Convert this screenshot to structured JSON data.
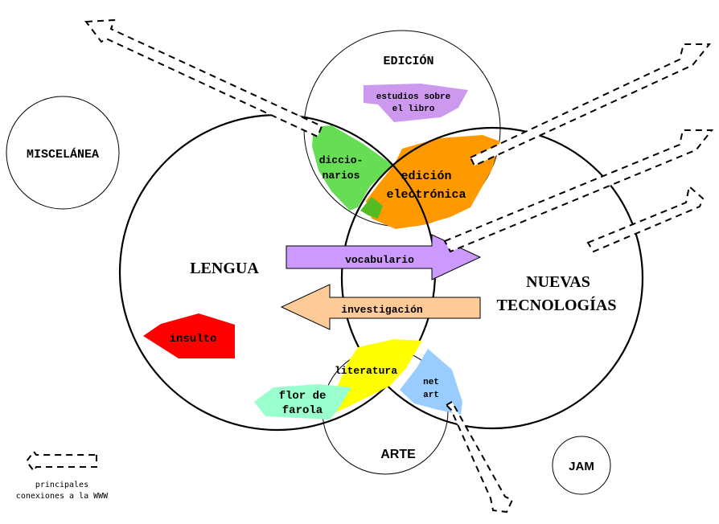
{
  "diagram": {
    "circles": {
      "miscelanea": {
        "label": "MISCELÁNEA"
      },
      "edicion": {
        "label": "EDICIÓN"
      },
      "lengua": {
        "label": "LENGUA"
      },
      "nuevas_tecnologias": {
        "label_line1": "NUEVAS",
        "label_line2": "TECNOLOGÍAS"
      },
      "arte": {
        "label": "ARTE"
      },
      "jam": {
        "label": "JAM"
      }
    },
    "regions": {
      "estudios_libro": {
        "line1": "estudios sobre",
        "line2": "el libro",
        "color": "#cc99ee"
      },
      "diccionarios": {
        "line1": "diccio-",
        "line2": "narios",
        "color": "#66dd55"
      },
      "edicion_electronica": {
        "line1": "edición",
        "line2": "electrónica",
        "color": "#ff9900"
      },
      "insulto": {
        "label": "insulto",
        "color": "#ff0000"
      },
      "literatura": {
        "label": "literatura",
        "color": "#ffff00"
      },
      "flor_de_farola": {
        "line1": "flor de",
        "line2": "farola",
        "color": "#99ffcc"
      },
      "net_art": {
        "line1": "net",
        "line2": "art",
        "color": "#99ccff"
      }
    },
    "arrows": {
      "vocabulario": {
        "label": "vocabulario",
        "color": "#cc99ff"
      },
      "investigacion": {
        "label": "investigación",
        "color": "#ffcc99"
      }
    },
    "legend": {
      "line1": "principales",
      "line2": "conexiones a la WWW"
    }
  }
}
